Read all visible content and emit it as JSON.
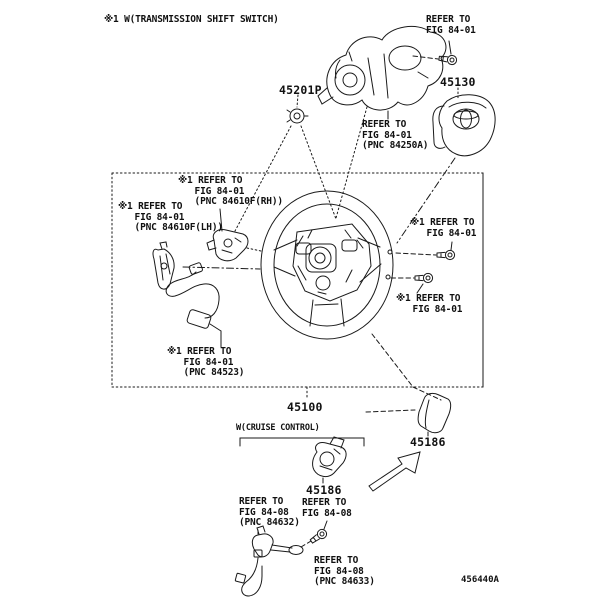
{
  "page": {
    "note_transmission": "※1 W(TRANSMISSION SHIFT SWITCH)",
    "cruise_note": "W(CRUISE CONTROL)",
    "diagram_code": "456440A"
  },
  "labels": {
    "p45201p": "45201P",
    "p45130": "45130",
    "p45100": "45100",
    "p45186_switch": "45186",
    "p45186_cover": "45186"
  },
  "refs": {
    "top_right": "REFER TO\nFIG 84-01",
    "pnc_84250a": "REFER TO\nFIG 84-01\n(PNC 84250A)",
    "pnc_84610f_rh": "※1 REFER TO\n   FIG 84-01\n   (PNC 84610F(RH))",
    "pnc_84610f_lh": "※1 REFER TO\n   FIG 84-01\n   (PNC 84610F(LH))",
    "right_upper": "※1 REFER TO\n   FIG 84-01",
    "right_lower": "※1 REFER TO\n   FIG 84-01",
    "pnc_84523": "※1 REFER TO\n   FIG 84-01\n   (PNC 84523)",
    "pnc_84632": "REFER TO\nFIG 84-08\n(PNC 84632)",
    "fig_84_08": "REFER TO\nFIG 84-08",
    "pnc_84633": "REFER TO\nFIG 84-08\n(PNC 84633)"
  },
  "colors": {
    "line": "#1a1a1a",
    "background": "#ffffff"
  }
}
